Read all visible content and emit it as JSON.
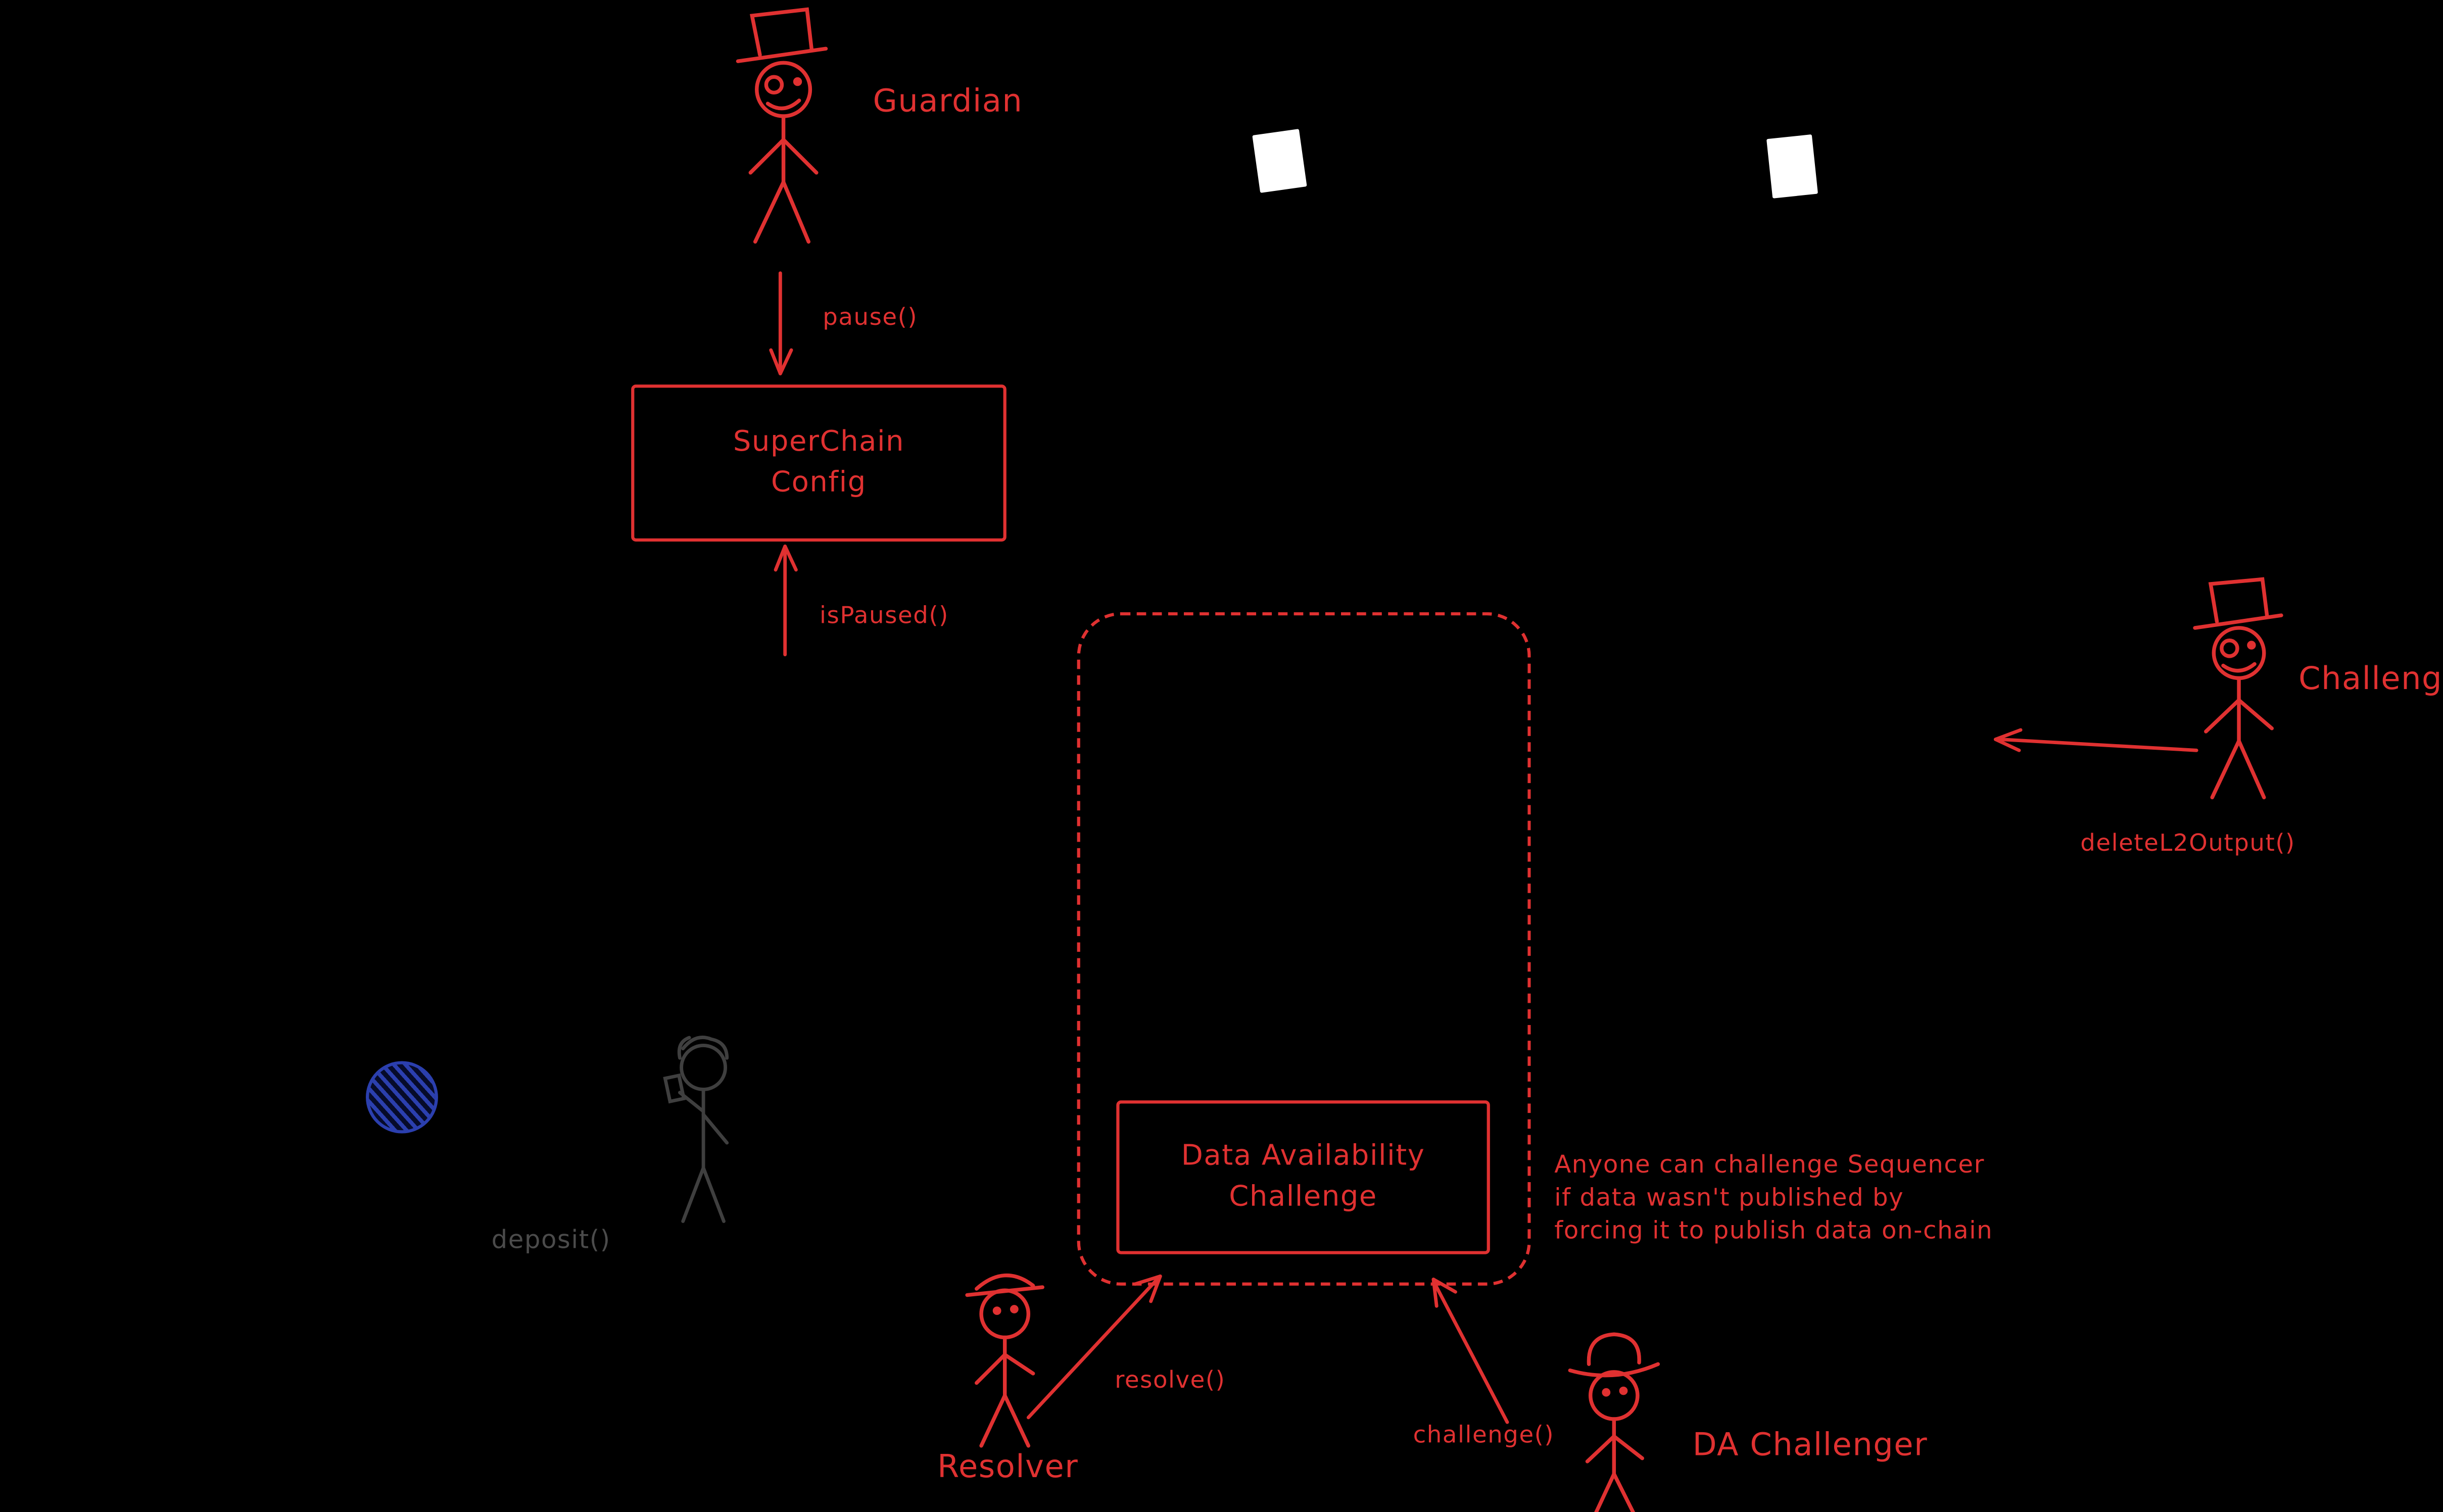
{
  "diagram": {
    "guardian": {
      "label": "Guardian",
      "action": "pause()"
    },
    "superchain_config": {
      "line1": "SuperChain",
      "line2": "Config",
      "query": "isPaused()"
    },
    "challenger": {
      "label": "Challenger",
      "action": "deleteL2Output()"
    },
    "da_challenge_box": {
      "line1": "Data Availability",
      "line2": "Challenge"
    },
    "annotation": {
      "line1": "Anyone can challenge Sequencer",
      "line2": "if data wasn't published by",
      "line3": "forcing it to publish data on-chain"
    },
    "resolver": {
      "label": "Resolver",
      "action": "resolve()"
    },
    "da_challenger": {
      "label": "DA Challenger",
      "action": "challenge()"
    },
    "depositor": {
      "action": "deposit()"
    },
    "colors": {
      "accent": "#e03131",
      "muted": "#4b4b4b",
      "coin_blue": "#2b3fae",
      "background": "#000000",
      "paper": "#ffffff"
    }
  }
}
